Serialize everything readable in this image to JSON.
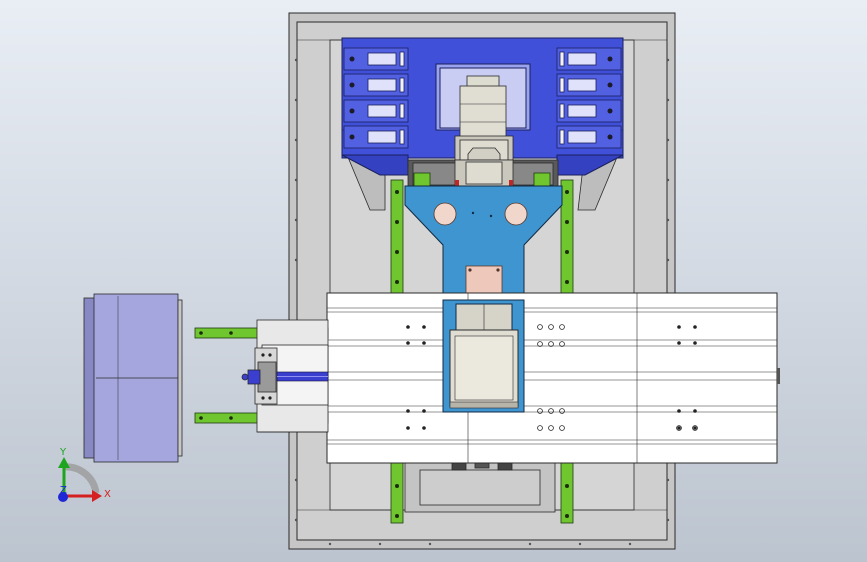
{
  "triad": {
    "x_label": "X",
    "y_label": "Y",
    "z_label": "Z",
    "x_color": "#d42020",
    "y_color": "#1ea51e",
    "z_color": "#1e28d4"
  },
  "colors": {
    "bg_top": "#e9eef5",
    "bg_bottom": "#bcc4cf",
    "base_plate": "#c9c9c9",
    "frame_line": "#2a2a2a",
    "saddle_blue": "#4150d8",
    "head_cyan": "#3f95cf",
    "rail_green": "#6fc62e",
    "table_white": "#ffffff",
    "motor_lavender": "#a6a6de",
    "screw_blue": "#3b3fcf",
    "housing_tan": "#e0ddd2"
  }
}
